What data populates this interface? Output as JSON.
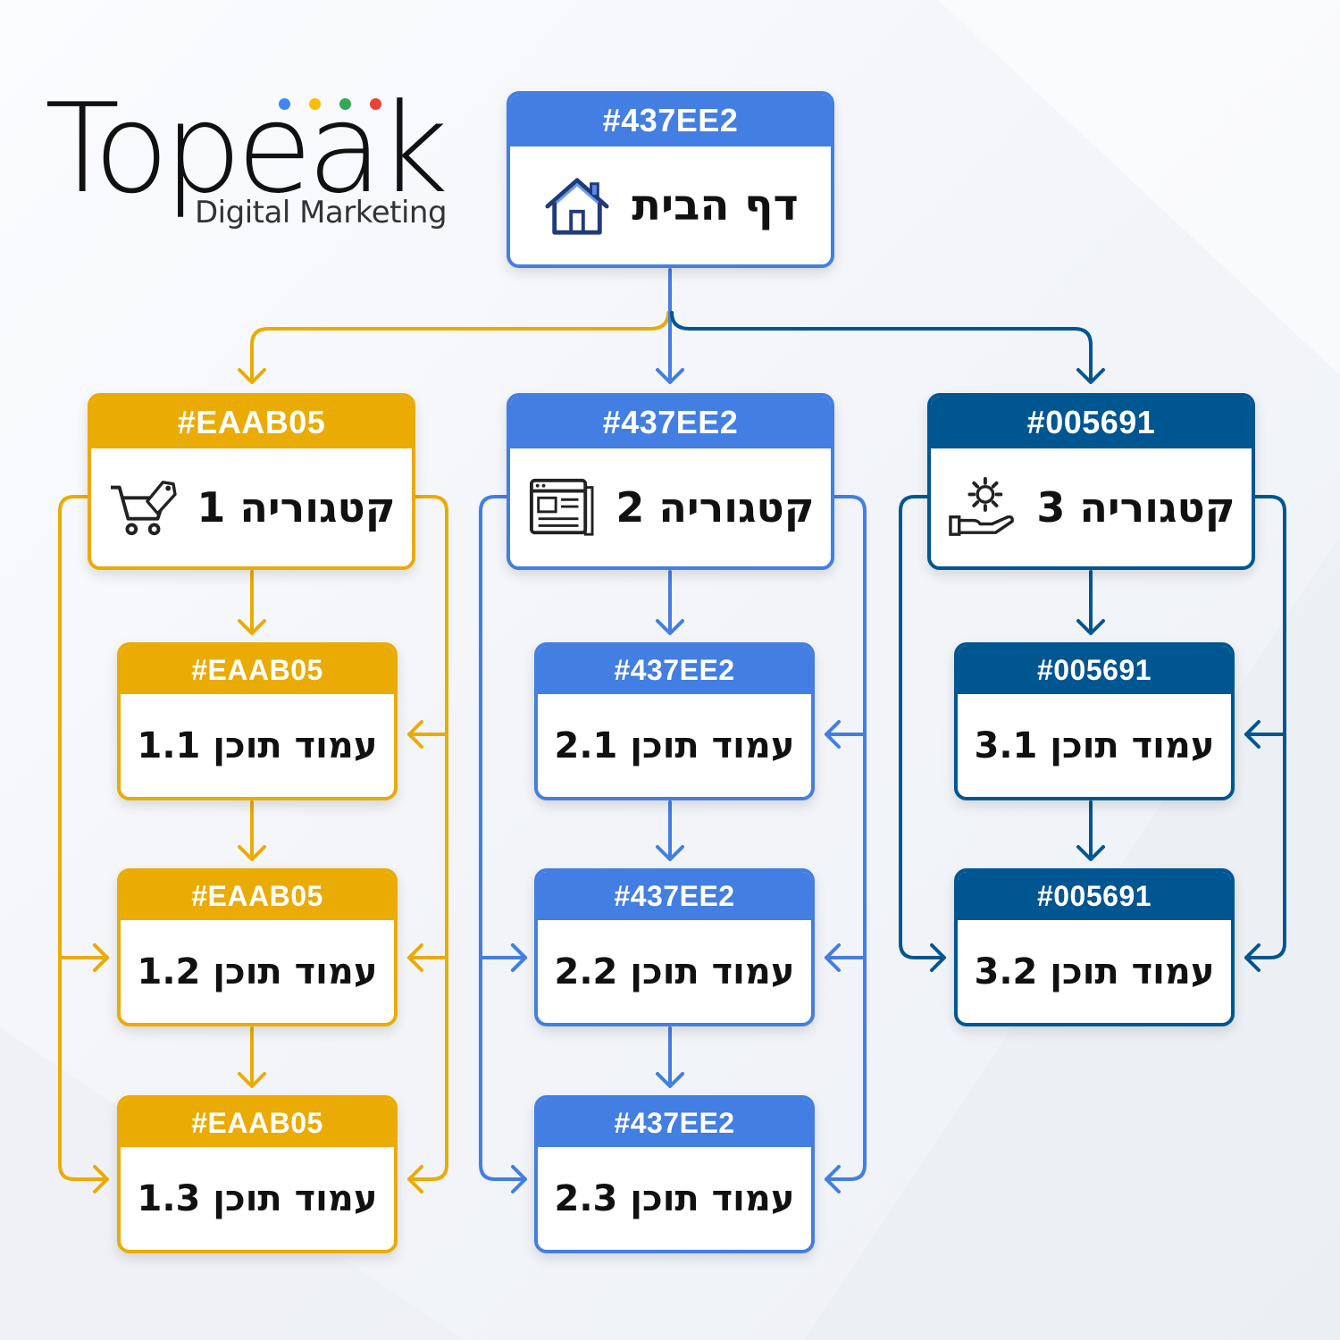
{
  "logo": {
    "wordmark": "Topeak",
    "tagline": "Digital Marketing",
    "dot_colors": [
      "#4285F4",
      "#FBBC05",
      "#34A853",
      "#EA4335"
    ]
  },
  "colors": {
    "gold": "#EAAB05",
    "blue": "#437EE2",
    "navy": "#005691"
  },
  "root": {
    "header": "#437EE2",
    "label": "דף הבית",
    "icon": "house-icon"
  },
  "categories": [
    {
      "header": "#EAAB05",
      "label": "קטגוריה 1",
      "icon": "shopping-cart-tag-icon",
      "pages": [
        {
          "header": "#EAAB05",
          "label": "עמוד תוכן 1.1"
        },
        {
          "header": "#EAAB05",
          "label": "עמוד תוכן 1.2"
        },
        {
          "header": "#EAAB05",
          "label": "עמוד תוכן 1.3"
        }
      ]
    },
    {
      "header": "#437EE2",
      "label": "קטגוריה 2",
      "icon": "browser-window-icon",
      "pages": [
        {
          "header": "#437EE2",
          "label": "עמוד תוכן 2.1"
        },
        {
          "header": "#437EE2",
          "label": "עמוד תוכן 2.2"
        },
        {
          "header": "#437EE2",
          "label": "עמוד תוכן 2.3"
        }
      ]
    },
    {
      "header": "#005691",
      "label": "קטגוריה 3",
      "icon": "hand-gear-icon",
      "pages": [
        {
          "header": "#005691",
          "label": "עמוד תוכן 3.1"
        },
        {
          "header": "#005691",
          "label": "עמוד תוכן 3.2"
        }
      ]
    }
  ]
}
